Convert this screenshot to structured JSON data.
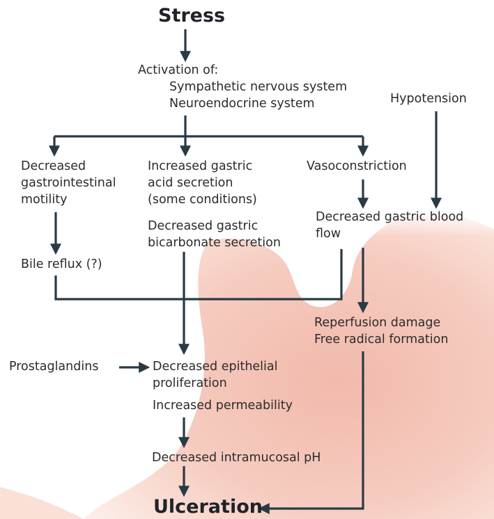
{
  "diagram": {
    "title": "Stress",
    "activation": {
      "heading": "Activation of:",
      "systems": [
        "Sympathetic nervous system",
        "Neuroendocrine system"
      ]
    },
    "hypotension": "Hypotension",
    "motility": [
      "Decreased",
      "gastrointestinal",
      "motility"
    ],
    "acid": [
      "Increased gastric",
      "acid secretion",
      "(some conditions)"
    ],
    "bicarbonate": [
      "Decreased gastric",
      "bicarbonate secretion"
    ],
    "vasoconstriction": "Vasoconstriction",
    "blood_flow": [
      "Decreased gastric blood",
      "flow"
    ],
    "bile_reflux": "Bile reflux (?)",
    "reperfusion": [
      "Reperfusion damage",
      "Free radical formation"
    ],
    "prostaglandins": "Prostaglandins",
    "epithelial": [
      "Decreased epithelial",
      "proliferation",
      "Increased permeability"
    ],
    "intramucosal": "Decreased intramucosal pH",
    "outcome": "Ulceration"
  },
  "colors": {
    "arrow": "#2a3a44",
    "stomach_light": "#fbe3dc",
    "stomach_dark": "#f1b9ab"
  }
}
